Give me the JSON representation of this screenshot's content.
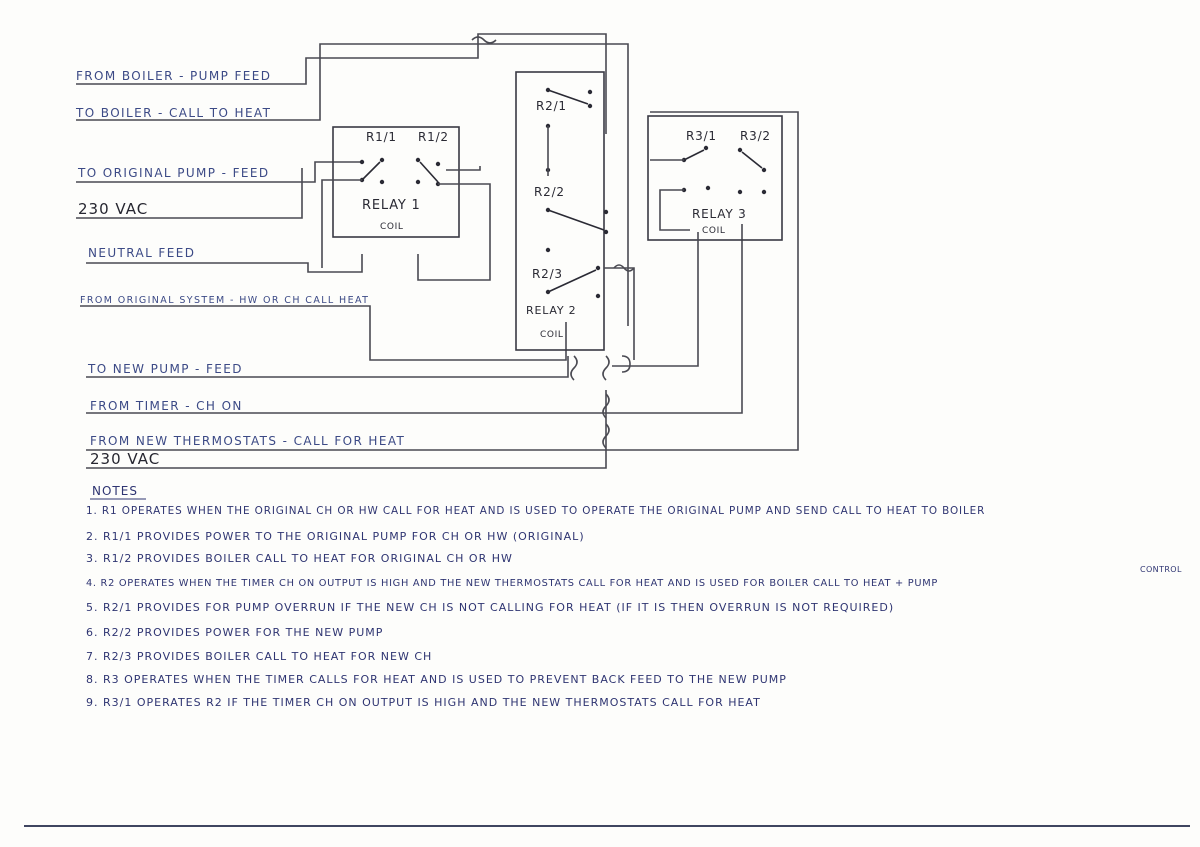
{
  "inputs": [
    {
      "id": "from-boiler-pump-feed",
      "text": "FROM BOILER - PUMP FEED"
    },
    {
      "id": "to-boiler-call-to-heat",
      "text": "TO BOILER - CALL TO HEAT"
    },
    {
      "id": "to-original-pump-feed",
      "text": "TO ORIGINAL PUMP - FEED"
    },
    {
      "id": "supply-230vac-top",
      "text": "230 VAC"
    },
    {
      "id": "neutral-feed",
      "text": "NEUTRAL FEED"
    },
    {
      "id": "from-original-system",
      "text": "FROM ORIGINAL SYSTEM - HW OR CH CALL HEAT"
    },
    {
      "id": "to-new-pump-feed",
      "text": "TO NEW PUMP - FEED"
    },
    {
      "id": "from-timer-ch-on",
      "text": "FROM TIMER - CH ON"
    },
    {
      "id": "from-new-thermostats",
      "text": "FROM NEW THERMOSTATS - CALL FOR HEAT"
    },
    {
      "id": "supply-230vac-bottom",
      "text": "230 VAC"
    }
  ],
  "relays": {
    "relay1": {
      "title": "RELAY 1",
      "contact1": "R1/1",
      "contact2": "R1/2",
      "coil": "COIL"
    },
    "relay2": {
      "title": "RELAY 2",
      "contact1": "R2/1",
      "contact2": "R2/2",
      "contact3": "R2/3",
      "coil": "COIL"
    },
    "relay3": {
      "title": "RELAY 3",
      "contact1": "R3/1",
      "contact2": "R3/2",
      "coil": "COIL"
    }
  },
  "notes": {
    "heading": "NOTES",
    "items": [
      "1. R1 OPERATES WHEN THE ORIGINAL CH OR HW CALL FOR HEAT AND IS USED TO OPERATE THE ORIGINAL PUMP AND SEND CALL TO HEAT TO BOILER",
      "2. R1/1 PROVIDES POWER TO THE ORIGINAL PUMP FOR CH OR HW (ORIGINAL)",
      "3. R1/2 PROVIDES BOILER CALL TO HEAT FOR ORIGINAL CH OR HW",
      "4. R2 OPERATES WHEN THE TIMER CH ON OUTPUT IS HIGH AND THE NEW THERMOSTATS CALL FOR HEAT AND IS USED FOR BOILER CALL TO HEAT + PUMP",
      "5. R2/1 PROVIDES FOR PUMP OVERRUN IF THE NEW CH IS NOT CALLING FOR HEAT (IF IT IS THEN OVERRUN IS NOT REQUIRED)",
      "6. R2/2 PROVIDES POWER FOR THE NEW PUMP",
      "7. R2/3 PROVIDES BOILER CALL TO HEAT FOR NEW CH",
      "8. R3 OPERATES WHEN THE TIMER CALLS FOR HEAT AND IS USED TO PREVENT BACK FEED TO THE NEW PUMP",
      "9. R3/1 OPERATES R2 IF THE TIMER CH ON OUTPUT IS HIGH AND THE NEW THERMOSTATS CALL FOR HEAT"
    ],
    "note4_trailing": "CONTROL"
  }
}
